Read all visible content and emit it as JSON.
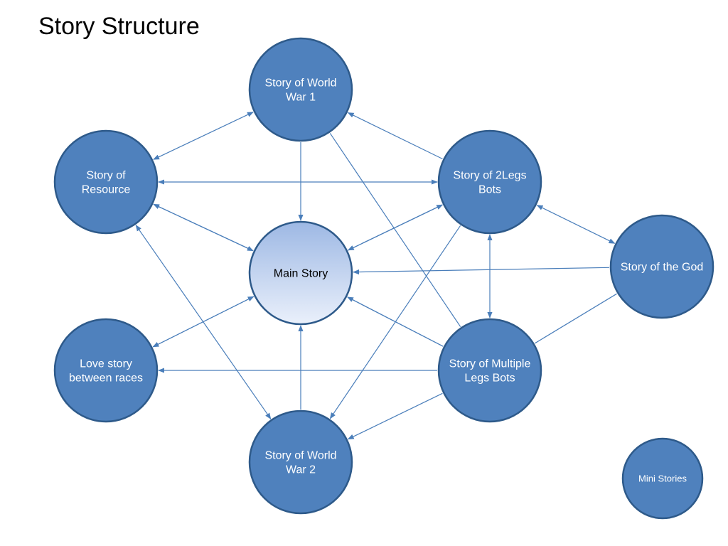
{
  "title": "Story Structure",
  "colors": {
    "node_fill": "#4f81bd",
    "node_stroke": "#2e5a8a",
    "main_top": "#9db8e4",
    "main_bottom": "#eaf0fb",
    "edge": "#4a7eba"
  },
  "nodes": [
    {
      "id": "ww1",
      "lines": [
        "Story of World",
        "War 1"
      ]
    },
    {
      "id": "resource",
      "lines": [
        "Story of",
        "Resource"
      ]
    },
    {
      "id": "legs2",
      "lines": [
        "Story of 2Legs",
        "Bots"
      ]
    },
    {
      "id": "main",
      "lines": [
        "Main Story"
      ]
    },
    {
      "id": "god",
      "lines": [
        "Story of the God"
      ]
    },
    {
      "id": "love",
      "lines": [
        "Love story",
        "between races"
      ]
    },
    {
      "id": "multi",
      "lines": [
        "Story of Multiple",
        "Legs Bots"
      ]
    },
    {
      "id": "ww2",
      "lines": [
        "Story of World",
        "War 2"
      ]
    },
    {
      "id": "mini",
      "lines": [
        "Mini Stories"
      ]
    }
  ],
  "edges": [
    {
      "from": "ww1",
      "to": "resource",
      "arrow": "both"
    },
    {
      "from": "legs2",
      "to": "ww1",
      "arrow": "end"
    },
    {
      "from": "ww1",
      "to": "main",
      "arrow": "end"
    },
    {
      "from": "ww1",
      "to": "multi",
      "arrow": "none"
    },
    {
      "from": "resource",
      "to": "legs2",
      "arrow": "both"
    },
    {
      "from": "resource",
      "to": "main",
      "arrow": "end"
    },
    {
      "from": "main",
      "to": "resource",
      "arrow": "end"
    },
    {
      "from": "resource",
      "to": "ww2",
      "arrow": "both"
    },
    {
      "from": "legs2",
      "to": "main",
      "arrow": "end"
    },
    {
      "from": "legs2",
      "to": "god",
      "arrow": "both"
    },
    {
      "from": "legs2",
      "to": "multi",
      "arrow": "both"
    },
    {
      "from": "legs2",
      "to": "ww2",
      "arrow": "end"
    },
    {
      "from": "main",
      "to": "legs2",
      "arrow": "end"
    },
    {
      "from": "god",
      "to": "main",
      "arrow": "end"
    },
    {
      "from": "god",
      "to": "multi",
      "arrow": "none"
    },
    {
      "from": "love",
      "to": "main",
      "arrow": "end"
    },
    {
      "from": "main",
      "to": "love",
      "arrow": "end"
    },
    {
      "from": "multi",
      "to": "love",
      "arrow": "end"
    },
    {
      "from": "multi",
      "to": "main",
      "arrow": "end"
    },
    {
      "from": "main",
      "to": "multi",
      "arrow": "none"
    },
    {
      "from": "ww2",
      "to": "main",
      "arrow": "end"
    },
    {
      "from": "multi",
      "to": "ww2",
      "arrow": "end"
    }
  ]
}
